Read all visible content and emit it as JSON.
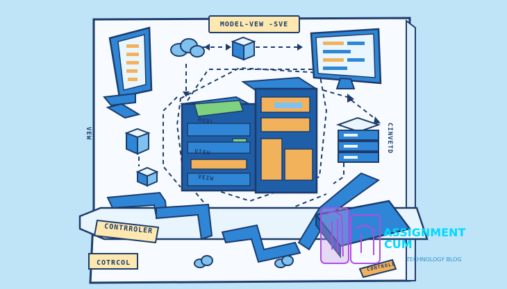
{
  "diagram": {
    "title": "MODEL-VEW -SVE",
    "left_side_label": "VEW",
    "right_side_label": "CINVETD",
    "stack_labels": [
      "MODL",
      "VIEW",
      "VEIW"
    ],
    "controller_labels": [
      "CONTRROLER",
      "COTRCOL",
      "CONTROLL"
    ]
  },
  "watermark": {
    "line1": "ASSIGNMENT",
    "line2": "CUM",
    "tagline": "TECHNOLOGY BLOG"
  },
  "colors": {
    "background": "#bfe4f7",
    "outline": "#1d3b6b",
    "panel": "#f7fbff",
    "accent_blue": "#2f86d6",
    "orange": "#f2b25c",
    "green": "#7fd07f",
    "watermark": "#00d9ff"
  }
}
